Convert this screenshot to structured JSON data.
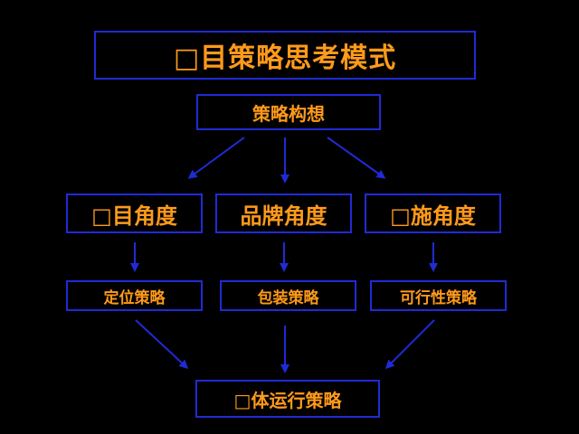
{
  "title": "□目策略思考模式",
  "concept": "策略构想",
  "angles": [
    "□目角度",
    "品牌角度",
    "□施角度"
  ],
  "strategies": [
    "定位策略",
    "包装策略",
    "可行性策略"
  ],
  "overall": "□体运行策略",
  "colors": {
    "background": "#000000",
    "border": "#1f2bd6",
    "text": "#ff9a1a",
    "arrow": "#1f2bd6"
  }
}
